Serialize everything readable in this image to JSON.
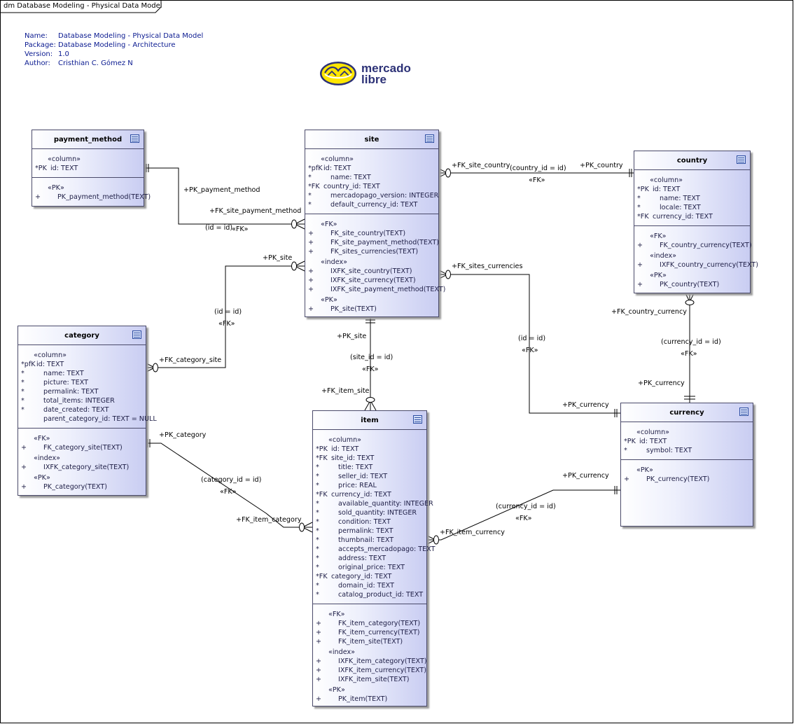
{
  "diagram": {
    "title": "dm Database Modeling - Physical Data Model",
    "meta": [
      {
        "key": "Name:",
        "value": "Database Modeling - Physical Data Model"
      },
      {
        "key": "Package:",
        "value": "Database Modeling - Architecture"
      },
      {
        "key": "Version:",
        "value": "1.0"
      },
      {
        "key": "Author:",
        "value": "Cristhian C. Gómez N"
      }
    ],
    "logo": {
      "line1": "mercado",
      "line2": "libre",
      "primary": "#2d3277",
      "accent": "#ffe600"
    }
  },
  "tables": {
    "payment_method": {
      "name": "payment_method",
      "sections": [
        {
          "stereo": "«column»",
          "lines": [
            {
              "m": "*PK",
              "t": "id: TEXT"
            }
          ]
        },
        {
          "stereo": "«PK»",
          "lines": [
            {
              "m": "+",
              "t": "PK_payment_method(TEXT)"
            }
          ]
        }
      ]
    },
    "site": {
      "name": "site",
      "sections": [
        {
          "stereo": "«column»",
          "lines": [
            {
              "m": "*pfK",
              "t": "id: TEXT"
            },
            {
              "m": "*",
              "t": "name: TEXT"
            },
            {
              "m": "*FK",
              "t": "country_id: TEXT"
            },
            {
              "m": "*",
              "t": "mercadopago_version: INTEGER"
            },
            {
              "m": "*",
              "t": "default_currency_id: TEXT"
            }
          ]
        },
        {
          "stereo": "«FK»",
          "lines": [
            {
              "m": "+",
              "t": "FK_site_country(TEXT)"
            },
            {
              "m": "+",
              "t": "FK_site_payment_method(TEXT)"
            },
            {
              "m": "+",
              "t": "FK_sites_currencies(TEXT)"
            }
          ]
        },
        {
          "stereo": "«index»",
          "lines": [
            {
              "m": "+",
              "t": "IXFK_site_country(TEXT)"
            },
            {
              "m": "+",
              "t": "IXFK_site_currency(TEXT)"
            },
            {
              "m": "+",
              "t": "IXFK_site_payment_method(TEXT)"
            }
          ]
        },
        {
          "stereo": "«PK»",
          "lines": [
            {
              "m": "+",
              "t": "PK_site(TEXT)"
            }
          ]
        }
      ]
    },
    "country": {
      "name": "country",
      "sections": [
        {
          "stereo": "«column»",
          "lines": [
            {
              "m": "*PK",
              "t": "id: TEXT"
            },
            {
              "m": "*",
              "t": "name: TEXT"
            },
            {
              "m": "*",
              "t": "locale: TEXT"
            },
            {
              "m": "*FK",
              "t": "currency_id: TEXT"
            }
          ]
        },
        {
          "stereo": "«FK»",
          "lines": [
            {
              "m": "+",
              "t": "FK_country_currency(TEXT)"
            }
          ]
        },
        {
          "stereo": "«index»",
          "lines": [
            {
              "m": "+",
              "t": "IXFK_country_currency(TEXT)"
            }
          ]
        },
        {
          "stereo": "«PK»",
          "lines": [
            {
              "m": "+",
              "t": "PK_country(TEXT)"
            }
          ]
        }
      ]
    },
    "category": {
      "name": "category",
      "sections": [
        {
          "stereo": "«column»",
          "lines": [
            {
              "m": "*pfK",
              "t": "id: TEXT"
            },
            {
              "m": "*",
              "t": "name: TEXT"
            },
            {
              "m": "*",
              "t": "picture: TEXT"
            },
            {
              "m": "*",
              "t": "permalink: TEXT"
            },
            {
              "m": "*",
              "t": "total_items: INTEGER"
            },
            {
              "m": "*",
              "t": "date_created: TEXT"
            },
            {
              "m": "",
              "t": "parent_category_id: TEXT = NULL"
            }
          ]
        },
        {
          "stereo": "«FK»",
          "lines": [
            {
              "m": "+",
              "t": "FK_category_site(TEXT)"
            }
          ]
        },
        {
          "stereo": "«index»",
          "lines": [
            {
              "m": "+",
              "t": "IXFK_category_site(TEXT)"
            }
          ]
        },
        {
          "stereo": "«PK»",
          "lines": [
            {
              "m": "+",
              "t": "PK_category(TEXT)"
            }
          ]
        }
      ]
    },
    "item": {
      "name": "item",
      "sections": [
        {
          "stereo": "«column»",
          "lines": [
            {
              "m": "*PK",
              "t": "id: TEXT"
            },
            {
              "m": "*FK",
              "t": "site_id: TEXT"
            },
            {
              "m": "*",
              "t": "title: TEXT"
            },
            {
              "m": "*",
              "t": "seller_id: TEXT"
            },
            {
              "m": "*",
              "t": "price: REAL"
            },
            {
              "m": "*FK",
              "t": "currency_id: TEXT"
            },
            {
              "m": "*",
              "t": "available_quantity: INTEGER"
            },
            {
              "m": "*",
              "t": "sold_quantity: INTEGER"
            },
            {
              "m": "*",
              "t": "condition: TEXT"
            },
            {
              "m": "*",
              "t": "permalink: TEXT"
            },
            {
              "m": "*",
              "t": "thumbnail: TEXT"
            },
            {
              "m": "*",
              "t": "accepts_mercadopago: TEXT"
            },
            {
              "m": "*",
              "t": "address: TEXT"
            },
            {
              "m": "*",
              "t": "original_price: TEXT"
            },
            {
              "m": "*FK",
              "t": "category_id: TEXT"
            },
            {
              "m": "*",
              "t": "domain_id: TEXT"
            },
            {
              "m": "*",
              "t": "catalog_product_id: TEXT"
            }
          ]
        },
        {
          "stereo": "«FK»",
          "lines": [
            {
              "m": "+",
              "t": "FK_item_category(TEXT)"
            },
            {
              "m": "+",
              "t": "FK_item_currency(TEXT)"
            },
            {
              "m": "+",
              "t": "FK_item_site(TEXT)"
            }
          ]
        },
        {
          "stereo": "«index»",
          "lines": [
            {
              "m": "+",
              "t": "IXFK_item_category(TEXT)"
            },
            {
              "m": "+",
              "t": "IXFK_item_currency(TEXT)"
            },
            {
              "m": "+",
              "t": "IXFK_item_site(TEXT)"
            }
          ]
        },
        {
          "stereo": "«PK»",
          "lines": [
            {
              "m": "+",
              "t": "PK_item(TEXT)"
            }
          ]
        }
      ]
    },
    "currency": {
      "name": "currency",
      "sections": [
        {
          "stereo": "«column»",
          "lines": [
            {
              "m": "*PK",
              "t": "id: TEXT"
            },
            {
              "m": "*",
              "t": "symbol: TEXT"
            }
          ]
        },
        {
          "stereo": "«PK»",
          "lines": [
            {
              "m": "+",
              "t": "PK_currency(TEXT)"
            }
          ]
        }
      ]
    }
  },
  "relations": {
    "site_payment_method": {
      "fk": "+FK_site_payment_method",
      "pk": "+PK_payment_method",
      "cond": "(id = id)",
      "stereo": "«FK»"
    },
    "site_country": {
      "fk": "+FK_site_country",
      "pk": "+PK_country",
      "cond": "(country_id = id)",
      "stereo": "«FK»"
    },
    "sites_currencies": {
      "fk": "+FK_sites_currencies",
      "pk": "+PK_currency",
      "cond": "(id = id)",
      "stereo": "«FK»"
    },
    "category_site": {
      "fk": "+FK_category_site",
      "pk": "+PK_site",
      "cond": "(id = id)",
      "stereo": "«FK»"
    },
    "item_site": {
      "fk": "+FK_item_site",
      "pk": "+PK_site",
      "cond": "(site_id = id)",
      "stereo": "«FK»"
    },
    "country_currency": {
      "fk": "+FK_country_currency",
      "pk": "+PK_currency",
      "cond": "(currency_id = id)",
      "stereo": "«FK»"
    },
    "item_category": {
      "fk": "+FK_item_category",
      "pk": "+PK_category",
      "cond": "(category_id = id)",
      "stereo": "«FK»"
    },
    "item_currency": {
      "fk": "+FK_item_currency",
      "pk": "+PK_currency",
      "cond": "(currency_id = id)",
      "stereo": "«FK»"
    }
  }
}
